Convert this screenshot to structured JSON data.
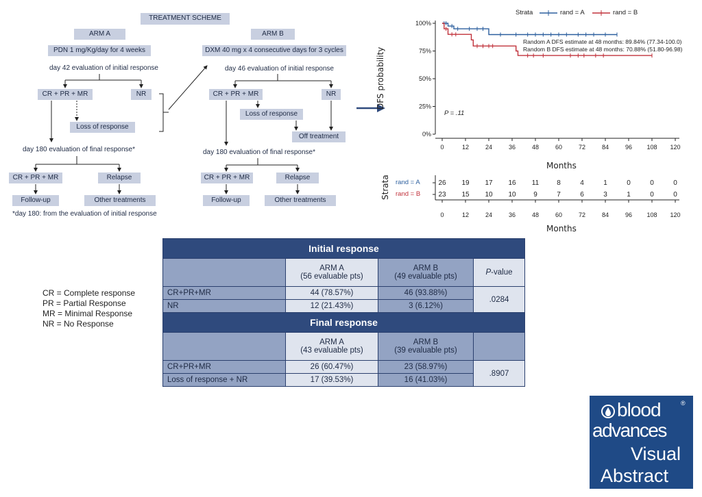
{
  "scheme": {
    "title": "TREATMENT SCHEME",
    "arm_a": {
      "label": "ARM A",
      "drug": "PDN 1 mg/Kg/day for 4 weeks",
      "eval_initial": "day 42 evaluation of initial response",
      "resp": "CR + PR + MR",
      "nr": "NR",
      "loss": "Loss of response",
      "eval_final": "day 180 evaluation of final response*",
      "final_resp": "CR + PR + MR",
      "relapse": "Relapse",
      "follow": "Follow-up",
      "other": "Other treatments",
      "footnote": "*day 180: from the evaluation of initial response"
    },
    "arm_b": {
      "label": "ARM B",
      "drug": "DXM 40 mg x 4 consecutive days for 3 cycles",
      "eval_initial": "day 46 evaluation of initial response",
      "resp": "CR + PR + MR",
      "nr": "NR",
      "loss": "Loss of response",
      "off": "Off treatment",
      "eval_final": "day 180 evaluation of final response*",
      "final_resp": "CR + PR + MR",
      "relapse": "Relapse",
      "follow": "Follow-up",
      "other": "Other treatments"
    }
  },
  "chart_data": {
    "type": "line",
    "legend_title": "Strata",
    "legend_placement": "top",
    "ylabel": "DFS probability",
    "xlabel": "Months",
    "xlim": [
      0,
      120
    ],
    "ylim": [
      0,
      100
    ],
    "x_ticks": [
      0,
      12,
      24,
      36,
      48,
      60,
      72,
      84,
      96,
      108,
      120
    ],
    "y_ticks": [
      "0%",
      "25%",
      "50%",
      "75%",
      "100%"
    ],
    "pvalue": "P = .11",
    "annotations": [
      "Random A DFS estimate at 48 months: 89.84% (77.34-100.0)",
      "Random B DFS estimate at 48 months: 70.88% (51.80-96.98)"
    ],
    "series": [
      {
        "name": "rand = A",
        "color": "#2c5f9e",
        "steps": [
          [
            0,
            100
          ],
          [
            3,
            100
          ],
          [
            3,
            97.5
          ],
          [
            6,
            97.5
          ],
          [
            6,
            95
          ],
          [
            24,
            95
          ],
          [
            24,
            89.8
          ],
          [
            90,
            89.8
          ]
        ],
        "censor": [
          1,
          2,
          5,
          8,
          14,
          18,
          21,
          30,
          38,
          44,
          48,
          52,
          56,
          60,
          64,
          70,
          74,
          78,
          84,
          90
        ]
      },
      {
        "name": "rand = B",
        "color": "#c0303a",
        "steps": [
          [
            0,
            100
          ],
          [
            1,
            100
          ],
          [
            1,
            95
          ],
          [
            3,
            95
          ],
          [
            3,
            90
          ],
          [
            15,
            90
          ],
          [
            15,
            85
          ],
          [
            16,
            85
          ],
          [
            16,
            79.5
          ],
          [
            38,
            79.5
          ],
          [
            38,
            75
          ],
          [
            39,
            75
          ],
          [
            39,
            70.9
          ],
          [
            108,
            70.9
          ]
        ],
        "censor": [
          2,
          5,
          7,
          18,
          21,
          24,
          26,
          44,
          47,
          52,
          66,
          70,
          73,
          79,
          83,
          108
        ]
      }
    ],
    "risk_table": {
      "label": "Strata",
      "rows": [
        {
          "name": "rand = A",
          "color": "#2c5f9e",
          "values": [
            26,
            19,
            17,
            16,
            11,
            8,
            4,
            1,
            0,
            0,
            0
          ]
        },
        {
          "name": "rand = B",
          "color": "#c0303a",
          "values": [
            23,
            15,
            10,
            10,
            9,
            7,
            6,
            3,
            1,
            0,
            0
          ]
        }
      ],
      "xlabel": "Months"
    }
  },
  "initial": {
    "title": "Initial response",
    "arm_a": "ARM A",
    "arm_a_sub": "(56 evaluable pts)",
    "arm_b": "ARM B",
    "arm_b_sub": "(49 evaluable pts)",
    "pvalue_label": "-value",
    "pvalue_p": "P",
    "rows": [
      {
        "label": "CR+PR+MR",
        "a": "44 (78.57%)",
        "b": "46 (93.88%)"
      },
      {
        "label": "NR",
        "a": "12 (21.43%)",
        "b": "3 (6.12%)"
      }
    ],
    "pvalue": ".0284"
  },
  "final": {
    "title": "Final response",
    "arm_a": "ARM A",
    "arm_a_sub": "(43 evaluable pts)",
    "arm_b": "ARM B",
    "arm_b_sub": "(39 evaluable pts)",
    "rows": [
      {
        "label": "CR+PR+MR",
        "a": "26 (60.47%)",
        "b": "23 (58.97%)"
      },
      {
        "label": "Loss of response + NR",
        "a": "17 (39.53%)",
        "b": "16 (41.03%)"
      }
    ],
    "pvalue": ".8907"
  },
  "legend": [
    "CR = Complete response",
    "PR = Partial Response",
    "MR = Minimal Response",
    "NR = No Response"
  ],
  "logo": {
    "line1": "blood",
    "line2": "advances",
    "line3": "Visual",
    "line4": "Abstract",
    "mark": "®"
  }
}
